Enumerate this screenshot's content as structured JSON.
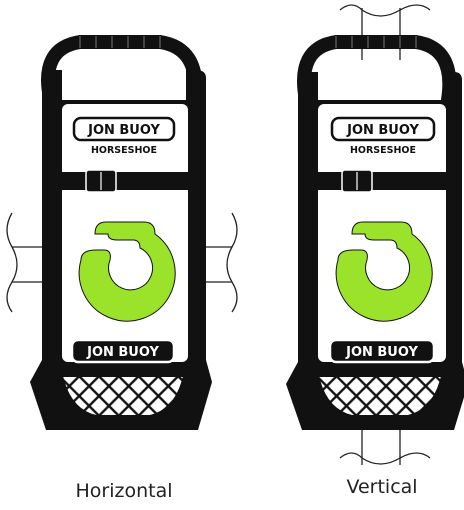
{
  "colors": {
    "body": "#111111",
    "panel": "#ffffff",
    "accent": "#9be22a",
    "rail_line": "#222222"
  },
  "horizontal": {
    "caption": "Horizontal",
    "top_label": {
      "brand": "JON BUOY",
      "model": "HORSESHOE"
    },
    "bottom_label": {
      "brand": "JON BUOY"
    }
  },
  "vertical": {
    "caption": "Vertical",
    "top_label": {
      "brand": "JON BUOY",
      "model": "HORSESHOE"
    },
    "bottom_label": {
      "brand": "JON BUOY"
    }
  }
}
